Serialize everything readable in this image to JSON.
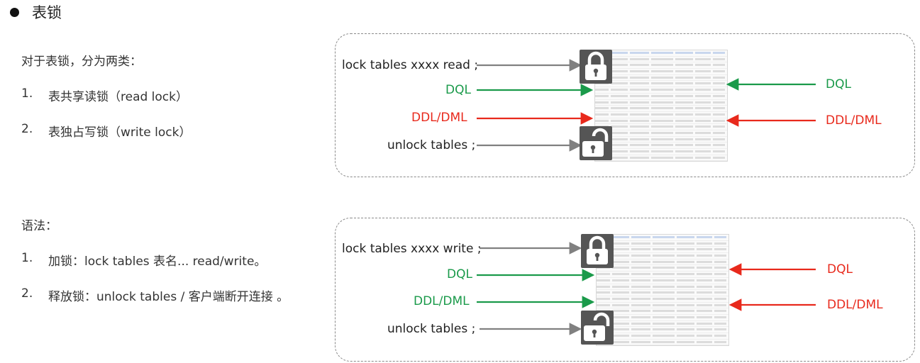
{
  "title": "表锁",
  "intro": "对于表锁，分为两类：",
  "types": [
    {
      "num": "1.",
      "text": "表共享读锁（read lock）"
    },
    {
      "num": "2.",
      "text": "表独占写锁（write lock）"
    }
  ],
  "syntax_label": "语法：",
  "syntax": [
    {
      "num": "1.",
      "text": "加锁：lock tables  表名... read/write。"
    },
    {
      "num": "2.",
      "text": "释放锁：unlock  tables / 客户端断开连接 。"
    }
  ],
  "read_diagram": {
    "lock_cmd": "lock tables xxxx read ;",
    "dql_left": "DQL",
    "ddl_left": "DDL/DML",
    "unlock_cmd": "unlock tables ;",
    "dql_right": "DQL",
    "ddl_right": "DDL/DML"
  },
  "write_diagram": {
    "lock_cmd": "lock tables xxxx write ;",
    "dql_left": "DQL",
    "ddl_left": "DDL/DML",
    "unlock_cmd": "unlock tables ;",
    "dql_right": "DQL",
    "ddl_right": "DDL/DML"
  },
  "colors": {
    "green": "#1a9a4a",
    "red": "#e8291c",
    "gray_arrow": "#808080"
  },
  "icons": [
    "lock-icon",
    "unlock-icon"
  ]
}
